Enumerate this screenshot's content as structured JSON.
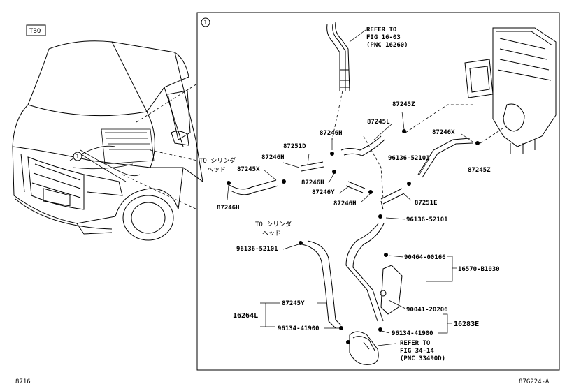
{
  "corner": {
    "tag": "TBO",
    "bottom_left": "8716",
    "bottom_right": "87G224-A"
  },
  "callout": "①",
  "refs": {
    "top": [
      "REFER TO",
      "FIG 16-03",
      "(PNC 16260)"
    ],
    "bottom": [
      "REFER TO",
      "FIG 34-14",
      "(PNC 33490D)"
    ],
    "to_cyl_1": [
      "TO シリンダ",
      "ヘッド"
    ],
    "to_cyl_2": [
      "TO シリンダ",
      "ヘッド"
    ]
  },
  "parts": {
    "p87245Z_a": "87245Z",
    "p87245L": "87245L",
    "p87246X": "87246X",
    "p87245Z_b": "87245Z",
    "p96136_a": "96136-52101",
    "p87251D": "87251D",
    "p87246H_a": "87246H",
    "p87246H_b": "87246H",
    "p87245X": "87245X",
    "p87246H_c": "87246H",
    "p87246H_d": "87246H",
    "p87246Y": "87246Y",
    "p87246H_e": "87246H",
    "p87251E": "87251E",
    "p96136_b": "96136-52101",
    "p96136_c": "96136-52101",
    "p90464": "90464-00166",
    "p16570": "16570-B1030",
    "p90041": "90041-20206",
    "p87245Y": "87245Y",
    "p16264L": "16264L",
    "p96134_a": "96134-41900",
    "p96134_b": "96134-41900",
    "p16283E": "16283E"
  }
}
